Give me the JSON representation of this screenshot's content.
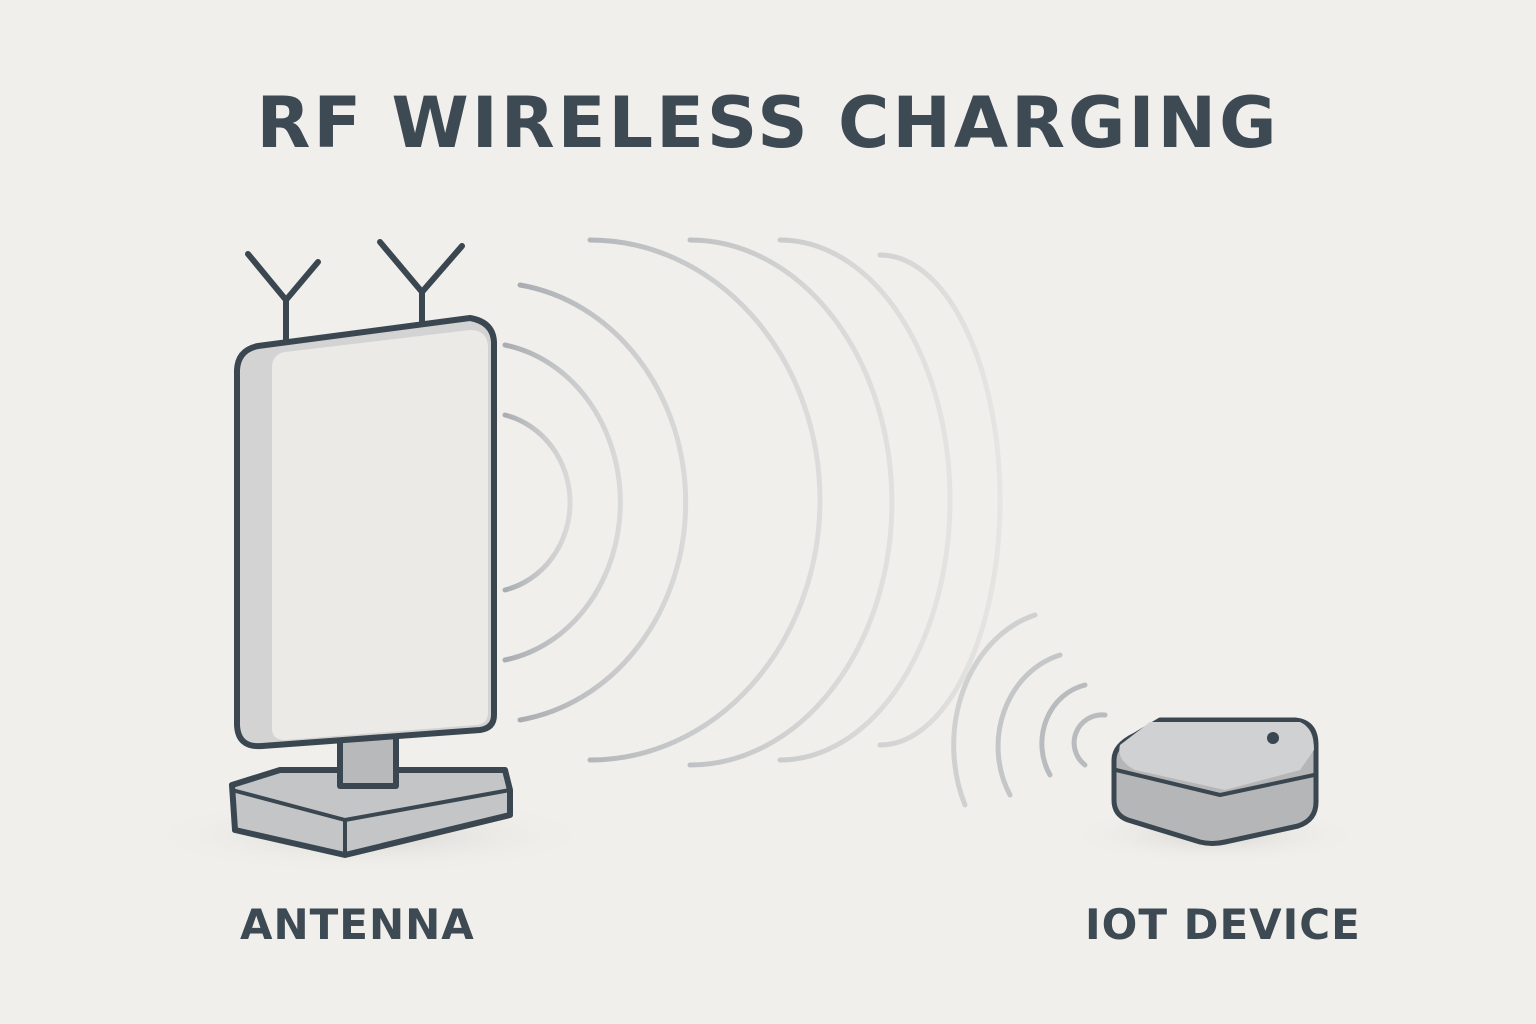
{
  "title": "RF WIRELESS CHARGING",
  "labels": {
    "antenna": "ANTENNA",
    "device": "IOT DEVICE"
  },
  "colors": {
    "background": "#f1efeb",
    "outline": "#3a4750",
    "waves": "#b9bcbf",
    "panel": "#eceae6",
    "device": "#c8c9cb"
  }
}
